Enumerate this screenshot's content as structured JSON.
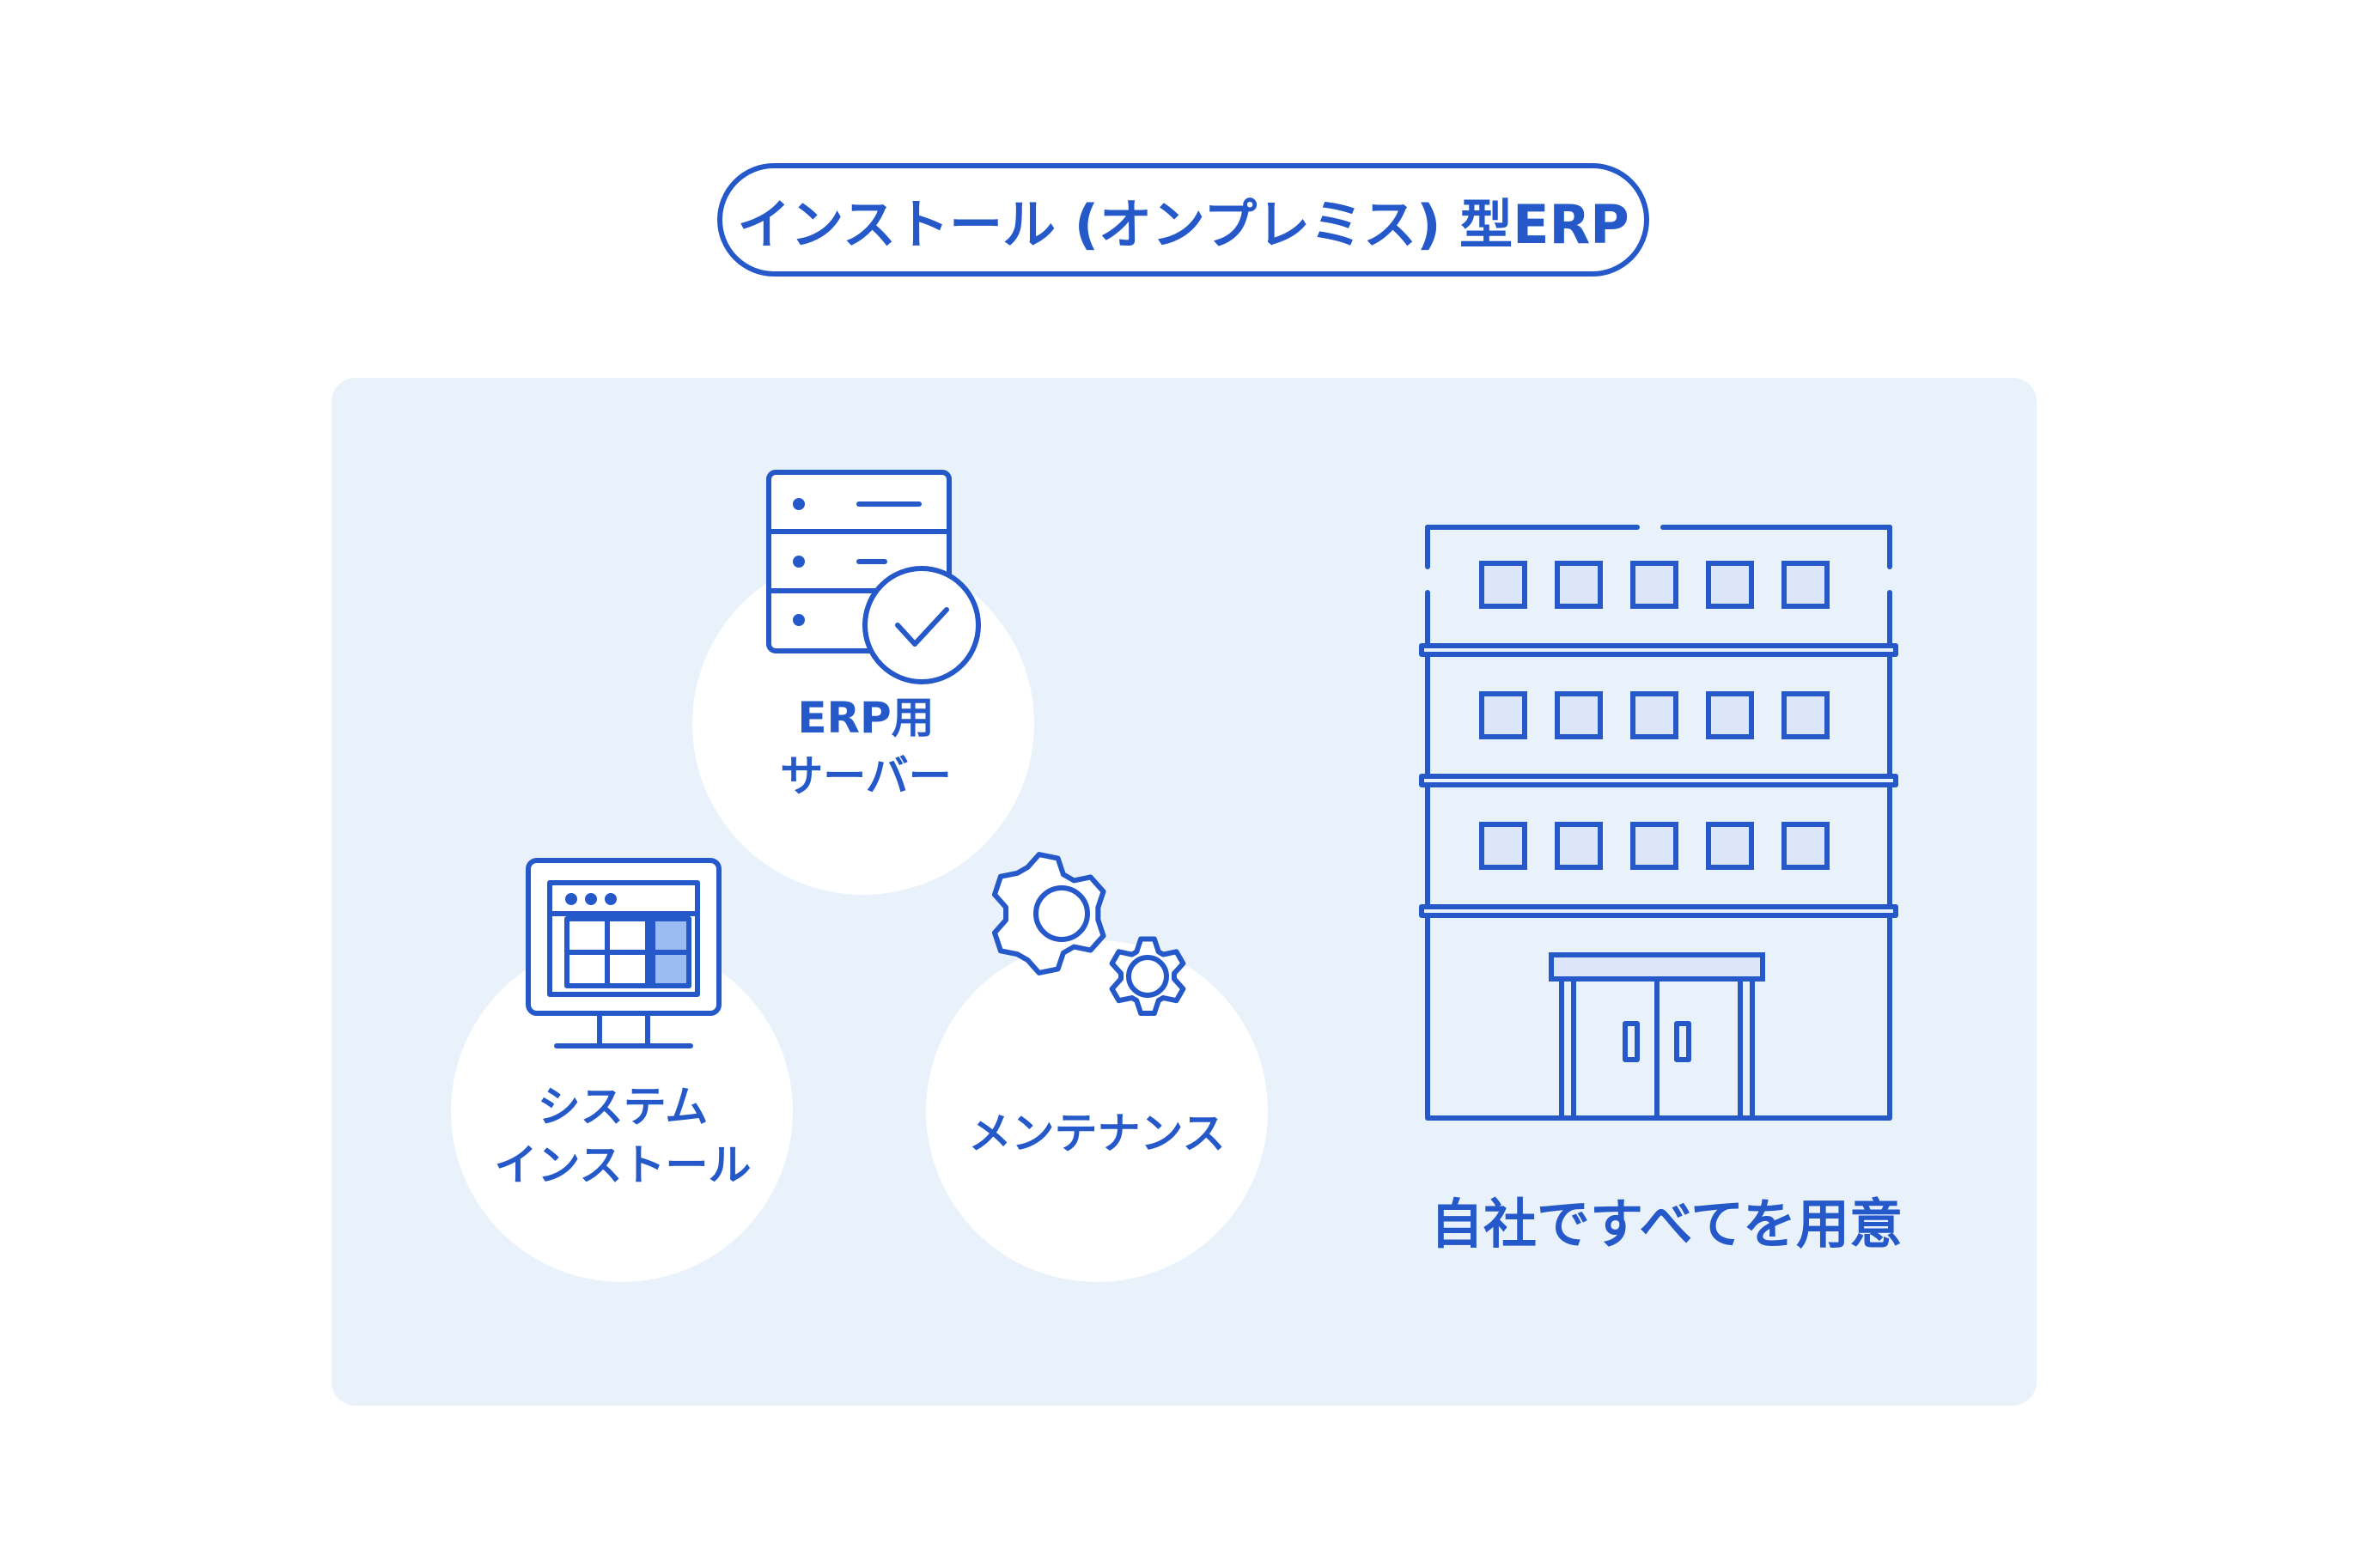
{
  "title": "インストール (オンプレミス) 型ERP",
  "items": {
    "server": {
      "line1": "ERP用",
      "line2": "サーバー",
      "icon": "server-check-icon"
    },
    "install": {
      "line1": "システム",
      "line2": "インストール",
      "icon": "monitor-icon"
    },
    "maintenance": {
      "line1": "メンテナンス",
      "icon": "gears-icon"
    }
  },
  "building": {
    "caption": "自社ですべてを用意",
    "icon": "building-icon"
  },
  "colors": {
    "accent": "#2559c9",
    "panel": "#e9f1fb",
    "fill": "#dbe6fb",
    "fill_dark": "#9bbcf3"
  }
}
